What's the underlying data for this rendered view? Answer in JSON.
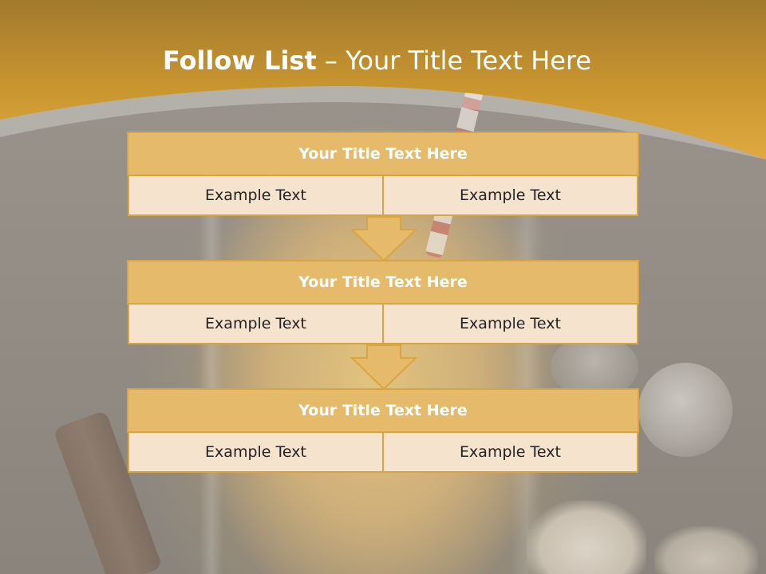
{
  "slide": {
    "title_bold": "Follow List",
    "title_rest": "– Your Title Text Here",
    "colors": {
      "header_gold": "#d9a544",
      "block_title_bg": "#e5ba6a",
      "cell_bg": "#f6e3ce",
      "border": "#d9a544"
    }
  },
  "blocks": [
    {
      "title": "Your Title Text Here",
      "left": "Example Text",
      "right": "Example Text"
    },
    {
      "title": "Your Title Text Here",
      "left": "Example Text",
      "right": "Example Text"
    },
    {
      "title": "Your Title Text Here",
      "left": "Example Text",
      "right": "Example Text"
    }
  ],
  "icons": [
    "down-arrow-icon",
    "down-arrow-icon"
  ]
}
